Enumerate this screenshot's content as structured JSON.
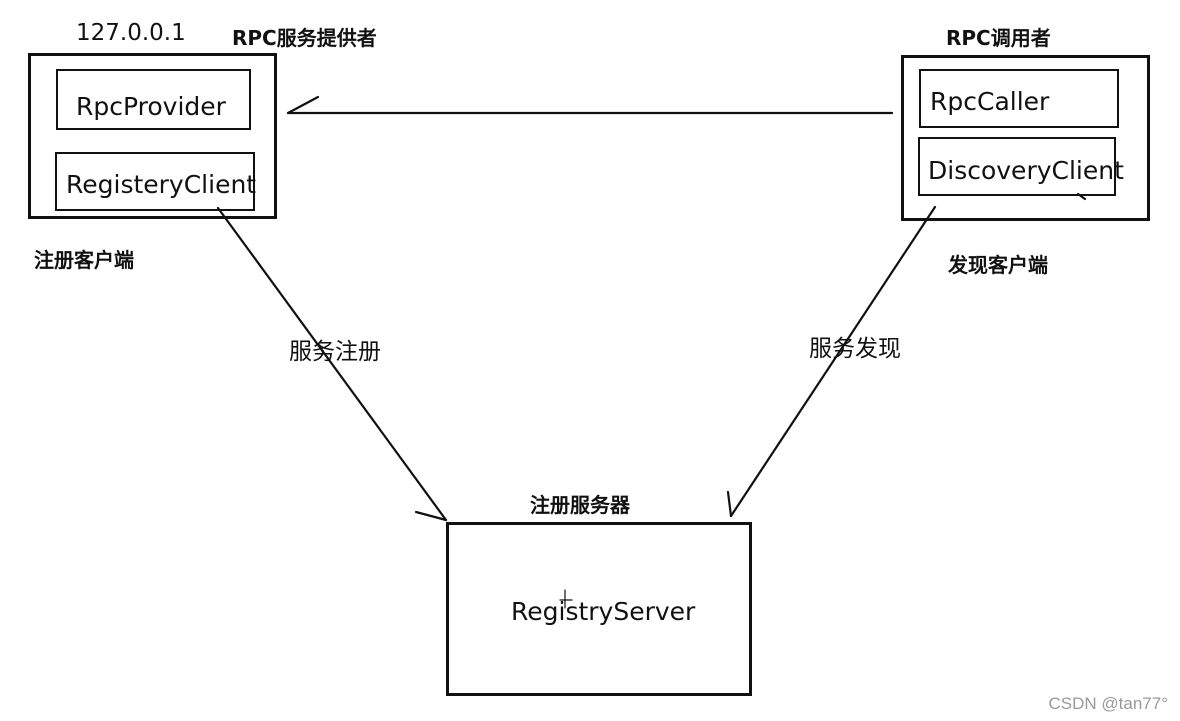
{
  "provider": {
    "ip": "127.0.0.1",
    "title": "RPC服务提供者",
    "rpc_provider": "RpcProvider",
    "registry_client": "RegisteryClient",
    "caption": "注册客户端"
  },
  "caller": {
    "title": "RPC调用者",
    "rpc_caller": "RpcCaller",
    "discovery_client": "DiscoveryClient",
    "caption": "发现客户端"
  },
  "server": {
    "title": "注册服务器",
    "name": "RegistryServer"
  },
  "edges": {
    "register": "服务注册",
    "discover": "服务发现"
  },
  "watermark": "CSDN @tan77°",
  "colors": {
    "ink": "#111111",
    "watermark": "#9a9a9a",
    "background": "#ffffff"
  }
}
